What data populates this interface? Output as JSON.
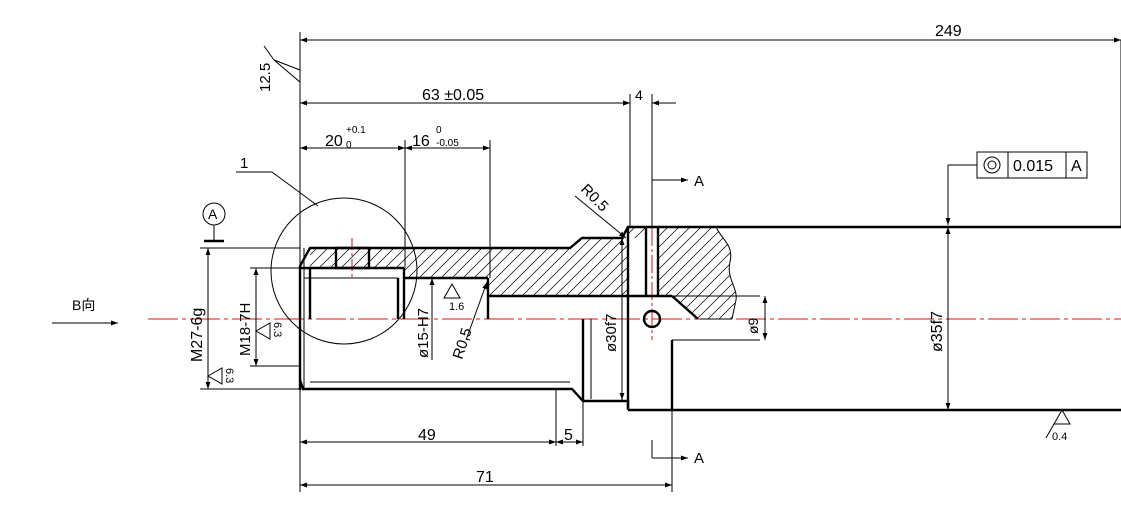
{
  "drawing": {
    "colors": {
      "line": "#000000",
      "centerline": "#e01010",
      "background": "#ffffff"
    },
    "dims": {
      "overall_length": "249",
      "groove_position": "63 ±0.05",
      "groove_width": "4",
      "bore1_depth_base": "20",
      "bore1_depth_tol": "+0.1",
      "bore1_depth_tol_low": "0",
      "bore2_depth_base": "16",
      "bore2_depth_tol_up": "0",
      "bore2_depth_tol_low": "-0.05",
      "small_od_length": "49",
      "undercut_width": "5",
      "step_length": "71",
      "thread_major": "M27-6g",
      "thread_bore": "M18-7H",
      "bore_dia": "ø15-H7",
      "neck_dia": "ø30f7",
      "main_dia": "ø35f7",
      "cross_hole_dia": "ø9",
      "fillet_inner": "R0.5",
      "fillet_outer": "R0,5"
    },
    "roughness": {
      "end_face": "12.5",
      "bore": "1.6",
      "thread_bore": "6.3",
      "thread_major": "6.3",
      "main_dia": "0.4"
    },
    "tolerance_frame": {
      "symbol": "◎",
      "value": "0.015",
      "datum": "A"
    },
    "datum_label": "A",
    "detail_label": "1",
    "section_label": "A",
    "view_label": "B向"
  }
}
